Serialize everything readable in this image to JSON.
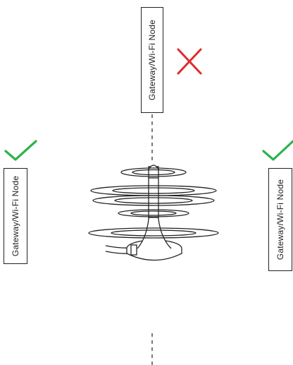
{
  "nodes": {
    "top": {
      "label": "Gateway/Wi-Fi Node",
      "placement_status": "incorrect"
    },
    "left": {
      "label": "Gateway/Wi-Fi Node",
      "placement_status": "correct"
    },
    "right": {
      "label": "Gateway/Wi-Fi Node",
      "placement_status": "correct"
    }
  },
  "colors": {
    "correct": "#2db34a",
    "incorrect": "#e02b2b",
    "line": "#222222"
  },
  "icons": {
    "correct": "checkmark-icon",
    "incorrect": "cross-icon"
  }
}
